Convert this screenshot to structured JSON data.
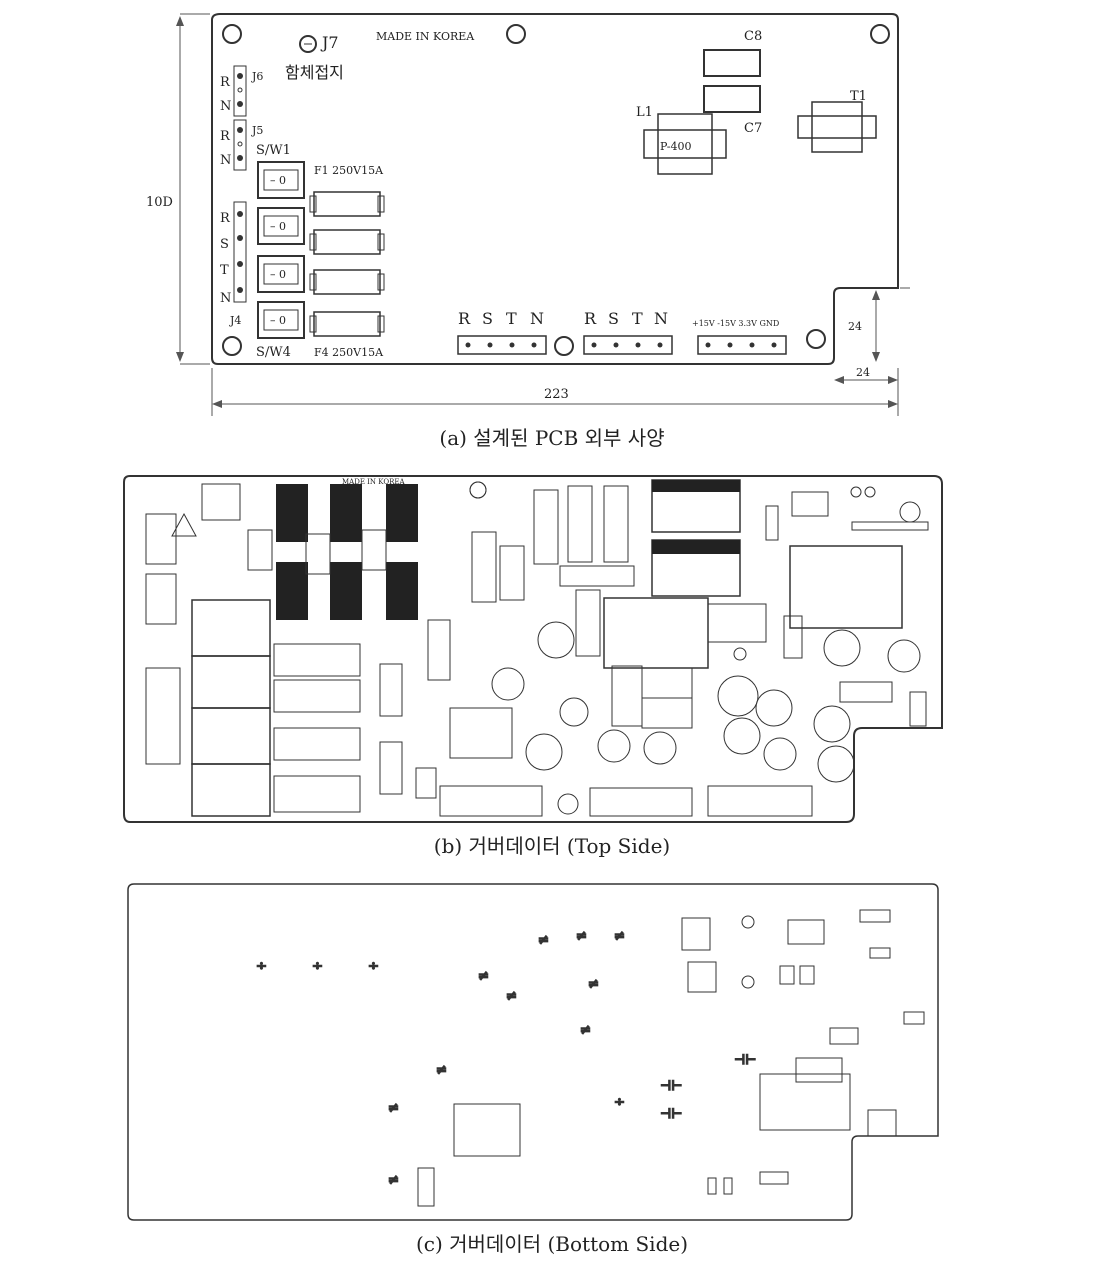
{
  "panel_a": {
    "caption": "(a) 설계된 PCB 외부 사양",
    "dims": {
      "width": "223",
      "height": "10D",
      "notch_h": "24",
      "notch_w": "24"
    },
    "labels": {
      "j7": "J7",
      "ground": "함체접지",
      "made_in": "MADE IN KOREA",
      "c8": "C8",
      "c7": "C7",
      "l1": "L1",
      "t1": "T1",
      "l1_part": "P-400",
      "j6": "J6",
      "j5": "J5",
      "j4": "J4",
      "sw1": "S/W1",
      "sw4": "S/W4",
      "f1": "F1 250V15A",
      "f4": "F4 250V15A",
      "pins_rn": [
        "R",
        "N"
      ],
      "pins_rstn": [
        "R",
        "S",
        "T",
        "N"
      ],
      "power_terminals": "+15V -15V 3.3V GND"
    }
  },
  "panel_b": {
    "caption": "(b) 거버데이터 (Top Side)",
    "made_in": "MADE IN KOREA"
  },
  "panel_c": {
    "caption": "(c) 거버데이터 (Bottom Side)"
  }
}
